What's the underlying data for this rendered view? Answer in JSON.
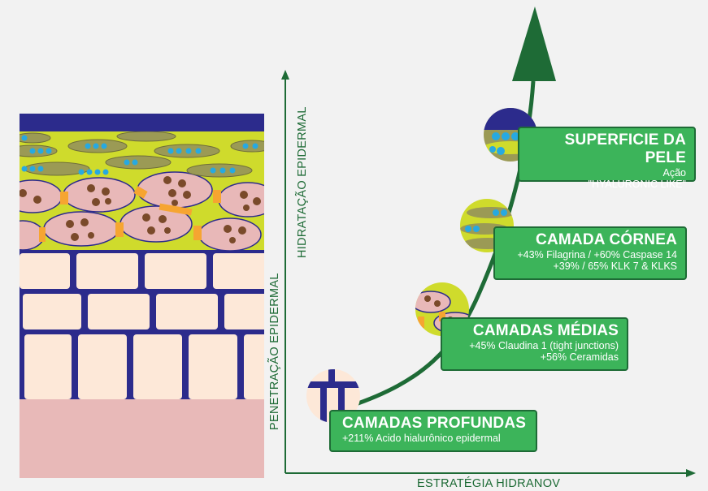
{
  "axes": {
    "x_label": "ESTRATÉGIA HIDRANOV",
    "y_label_1": "HIDRATAÇÃO EPIDERMAL",
    "y_label_2": "PENETRAÇÃO EPIDERMAL"
  },
  "stages": [
    {
      "title": "SUPERFICIE DA PELE",
      "lines": [
        "Ação",
        "\"HYALURONIC LIKE\""
      ]
    },
    {
      "title": "CAMADA CÓRNEA",
      "lines": [
        "+43% Filagrina / +60% Caspase 14",
        "+39% / 65% KLK 7 & KLKS"
      ]
    },
    {
      "title": "CAMADAS MÉDIAS",
      "lines": [
        "+45% Claudina 1 (tight junctions)",
        "+56% Ceramidas"
      ]
    },
    {
      "title": "CAMADAS PROFUNDAS",
      "lines": [
        "+211% Acido hialurônico epidermal"
      ]
    }
  ],
  "colors": {
    "dark_green": "#1e6b36",
    "card_green": "#3cb45a",
    "navy": "#2c2b8c",
    "lime": "#cfdb2c",
    "pink_cell": "#e8b8b8",
    "brown_dot": "#7a4a2a",
    "blue_dot": "#27a9e1",
    "orange": "#f6a531",
    "cream": "#fde8d8",
    "olive": "#9b9a55",
    "dermis": "#e8b9b8"
  }
}
